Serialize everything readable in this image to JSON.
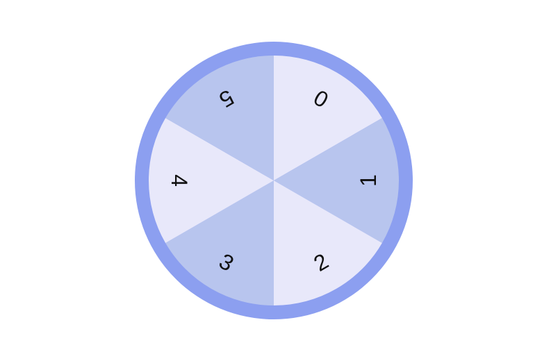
{
  "wheel": {
    "rim_color": "#8c9ff0",
    "segments": [
      {
        "label": "0",
        "color": "#e8e8fa"
      },
      {
        "label": "1",
        "color": "#b8c5ee"
      },
      {
        "label": "2",
        "color": "#e8e8fa"
      },
      {
        "label": "3",
        "color": "#b8c5ee"
      },
      {
        "label": "4",
        "color": "#e8e8fa"
      },
      {
        "label": "5",
        "color": "#b8c5ee"
      }
    ]
  }
}
